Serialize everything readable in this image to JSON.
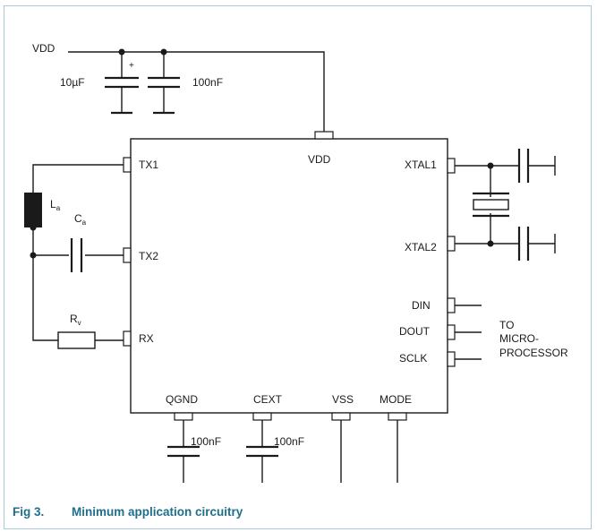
{
  "supply": {
    "label": "VDD"
  },
  "decoupling": {
    "electrolytic_value": "10µF",
    "polarity_mark": "+",
    "ceramic_value": "100nF"
  },
  "chip": {
    "pins": {
      "vdd": "VDD",
      "tx1": "TX1",
      "tx2": "TX2",
      "rx": "RX",
      "xtal1": "XTAL1",
      "xtal2": "XTAL2",
      "din": "DIN",
      "dout": "DOUT",
      "sclk": "SCLK",
      "qgnd": "QGND",
      "cext": "CEXT",
      "vss": "VSS",
      "mode": "MODE"
    }
  },
  "components": {
    "inductor": {
      "symbol": "L",
      "subscript": "a"
    },
    "capacitor": {
      "symbol": "C",
      "subscript": "a"
    },
    "resistor": {
      "symbol": "R",
      "subscript": "v"
    },
    "qgnd_cap": "100nF",
    "cext_cap": "100nF"
  },
  "micro": {
    "line1": "TO",
    "line2": "MICRO-",
    "line3": "PROCESSOR"
  },
  "caption": {
    "number": "Fig 3.",
    "title": "Minimum application circuitry"
  }
}
